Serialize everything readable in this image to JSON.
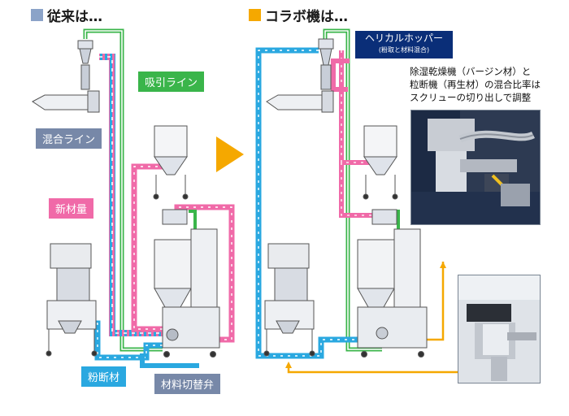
{
  "headers": {
    "conventional": "従来は…",
    "collabo": "コラボ機は…"
  },
  "colors": {
    "conventional_header_square": "#8ba3c8",
    "collabo_header_square": "#f5a800",
    "suction_line": "#3ab54a",
    "mix_line": "#7788a8",
    "virgin_material": "#f06aa8",
    "regrind": "#2aa8e0",
    "switch_valve": "#7788a8",
    "helical_hopper": "#0a2e78",
    "arrow": "#f5a800"
  },
  "labels": {
    "suction_line": "吸引ライン",
    "mix_line": "混合ライン",
    "virgin_material": "新材量",
    "regrind": "粉断材",
    "switch_valve": "材料切替弁"
  },
  "helical_hopper": {
    "title": "ヘリカルホッパー",
    "subtitle": "(粉取と材料混合)"
  },
  "description": "除湿乾燥機（バージン材）と\n粒断機（再生材）の混合比率は\nスクリューの切り出しで調整"
}
